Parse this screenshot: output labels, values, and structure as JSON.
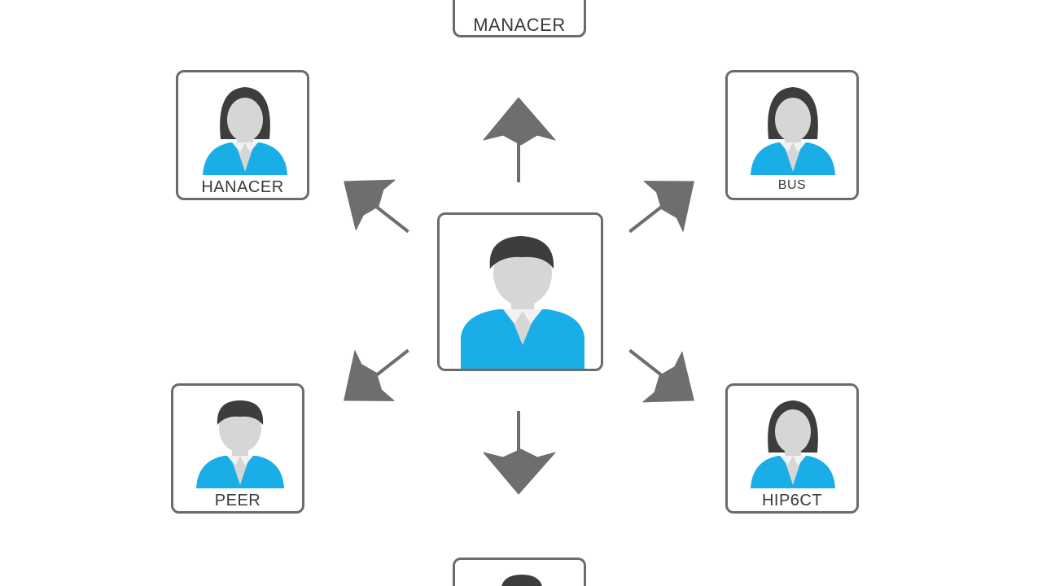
{
  "colors": {
    "border": "#6b6b6b",
    "arrow": "#6e6e6e",
    "shirt": "#1aaee8",
    "skin": "#d6d6d6",
    "hair": "#3d3d3d",
    "collar": "#f2f2f2"
  },
  "nodes": {
    "top": {
      "label": "MANACER",
      "avatar": "person-icon"
    },
    "top_left": {
      "label": "HANACER",
      "avatar": "female-person-icon"
    },
    "top_right": {
      "label": "BUS",
      "avatar": "female-person-icon"
    },
    "center": {
      "label": "",
      "avatar": "male-person-icon"
    },
    "bottom_left": {
      "label": "PEER",
      "avatar": "male-person-icon"
    },
    "bottom_right": {
      "label": "HIP6CT",
      "avatar": "female-person-icon"
    },
    "bottom": {
      "label": "",
      "avatar": "person-icon"
    }
  }
}
